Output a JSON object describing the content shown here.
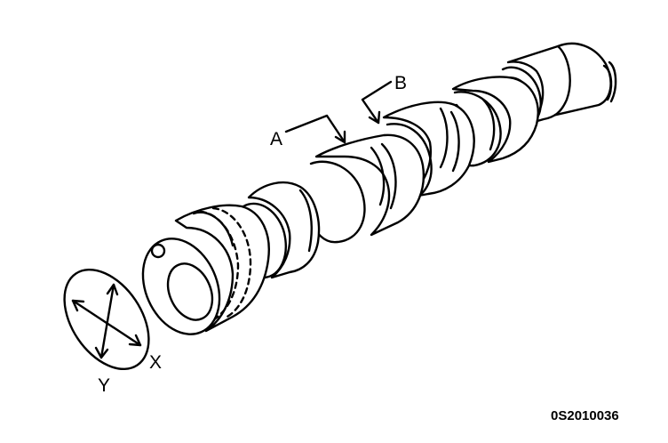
{
  "diagram": {
    "labels": {
      "a": "A",
      "b": "B",
      "x": "X",
      "y": "Y"
    },
    "figure_code": "0S2010036",
    "colors": {
      "line": "#000000",
      "fill": "#ffffff"
    }
  }
}
